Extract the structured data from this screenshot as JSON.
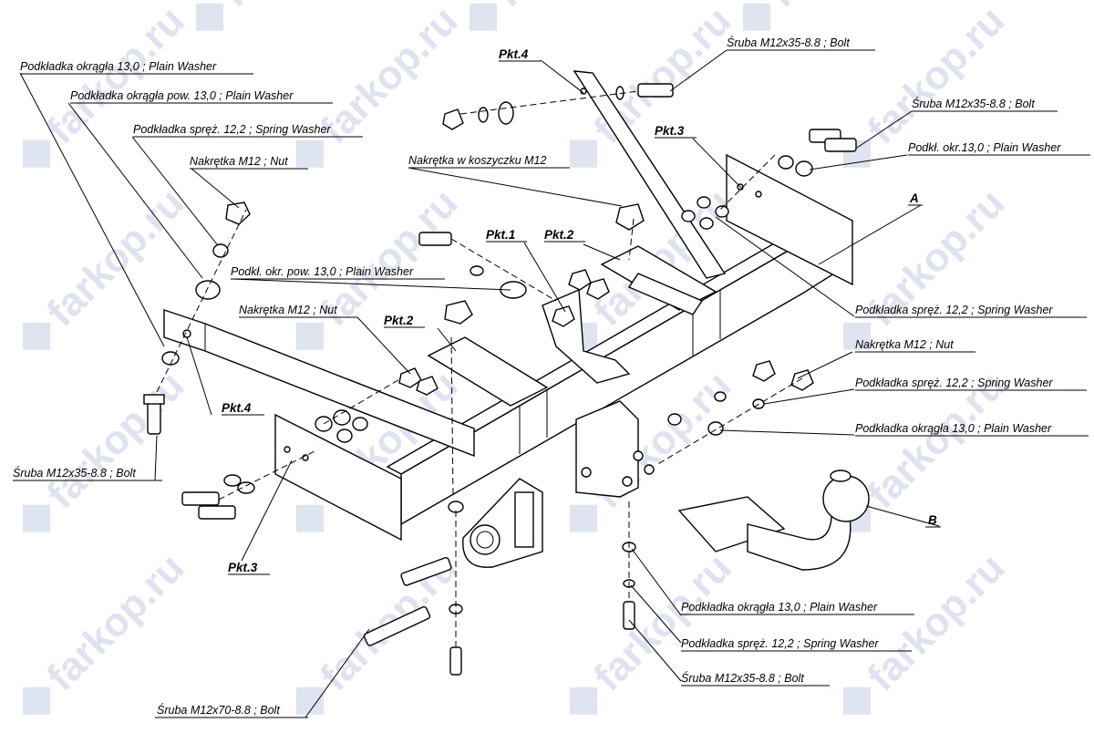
{
  "watermark": {
    "text": "farkop.ru",
    "icon": "car-logo-icon",
    "color": "#c5cde6"
  },
  "labels": {
    "washer_round_13_left": "Podkładka okrągła 13,0 ;  Plain Washer",
    "washer_round_wide_13_left": "Podkładka okrągła pow. 13,0 ; Plain Washer",
    "spring_washer_left": "Podkładka spręż. 12,2 ; Spring Washer",
    "nut_m12_top_left": "Nakrętka  M12 ; Nut",
    "cage_nut_m12": "Nakrętka w koszyczku M12",
    "washer_wide_13_center": "Podkł. okr. pow. 13,0 ; Plain Washer",
    "nut_m12_center": "Nakrętka  M12 ; Nut",
    "bolt_m12x35_left": "Śruba M12x35-8.8 ;  Bolt",
    "bolt_m12x35_top": "Śruba M12x35-8.8 ;  Bolt",
    "bolt_m12x35_right": "Śruba M12x35-8.8 ;  Bolt",
    "washer_13_right_top": "Podkł. okr.13,0 ;  Plain Washer",
    "spring_washer_right_1": "Podkładka spręż. 12,2 ; Spring Washer",
    "nut_m12_right": "Nakrętka  M12 ; Nut",
    "spring_washer_right_2": "Podkładka spręż. 12,2 ; Spring Washer",
    "washer_round_13_right": "Podkładka okrągła 13,0 ;  Plain Washer",
    "washer_round_13_bottom": "Podkładka okrągła 13,0 ;  Plain Washer",
    "spring_washer_bottom": "Podkładka spręż. 12,2 ; Spring Washer",
    "bolt_m12x35_bottom": "Śruba M12x35-8.8 ;  Bolt",
    "bolt_m12x70_bottom": "Śruba M12x70-8.8 ;  Bolt"
  },
  "markers": {
    "pkt1": "Pkt.1",
    "pkt2_top": "Pkt.2",
    "pkt2_mid": "Pkt.2",
    "pkt3_top": "Pkt.3",
    "pkt3_bottom": "Pkt.3",
    "pkt4_top": "Pkt.4",
    "pkt4_left": "Pkt.4",
    "part_a": "A",
    "part_b": "B"
  }
}
